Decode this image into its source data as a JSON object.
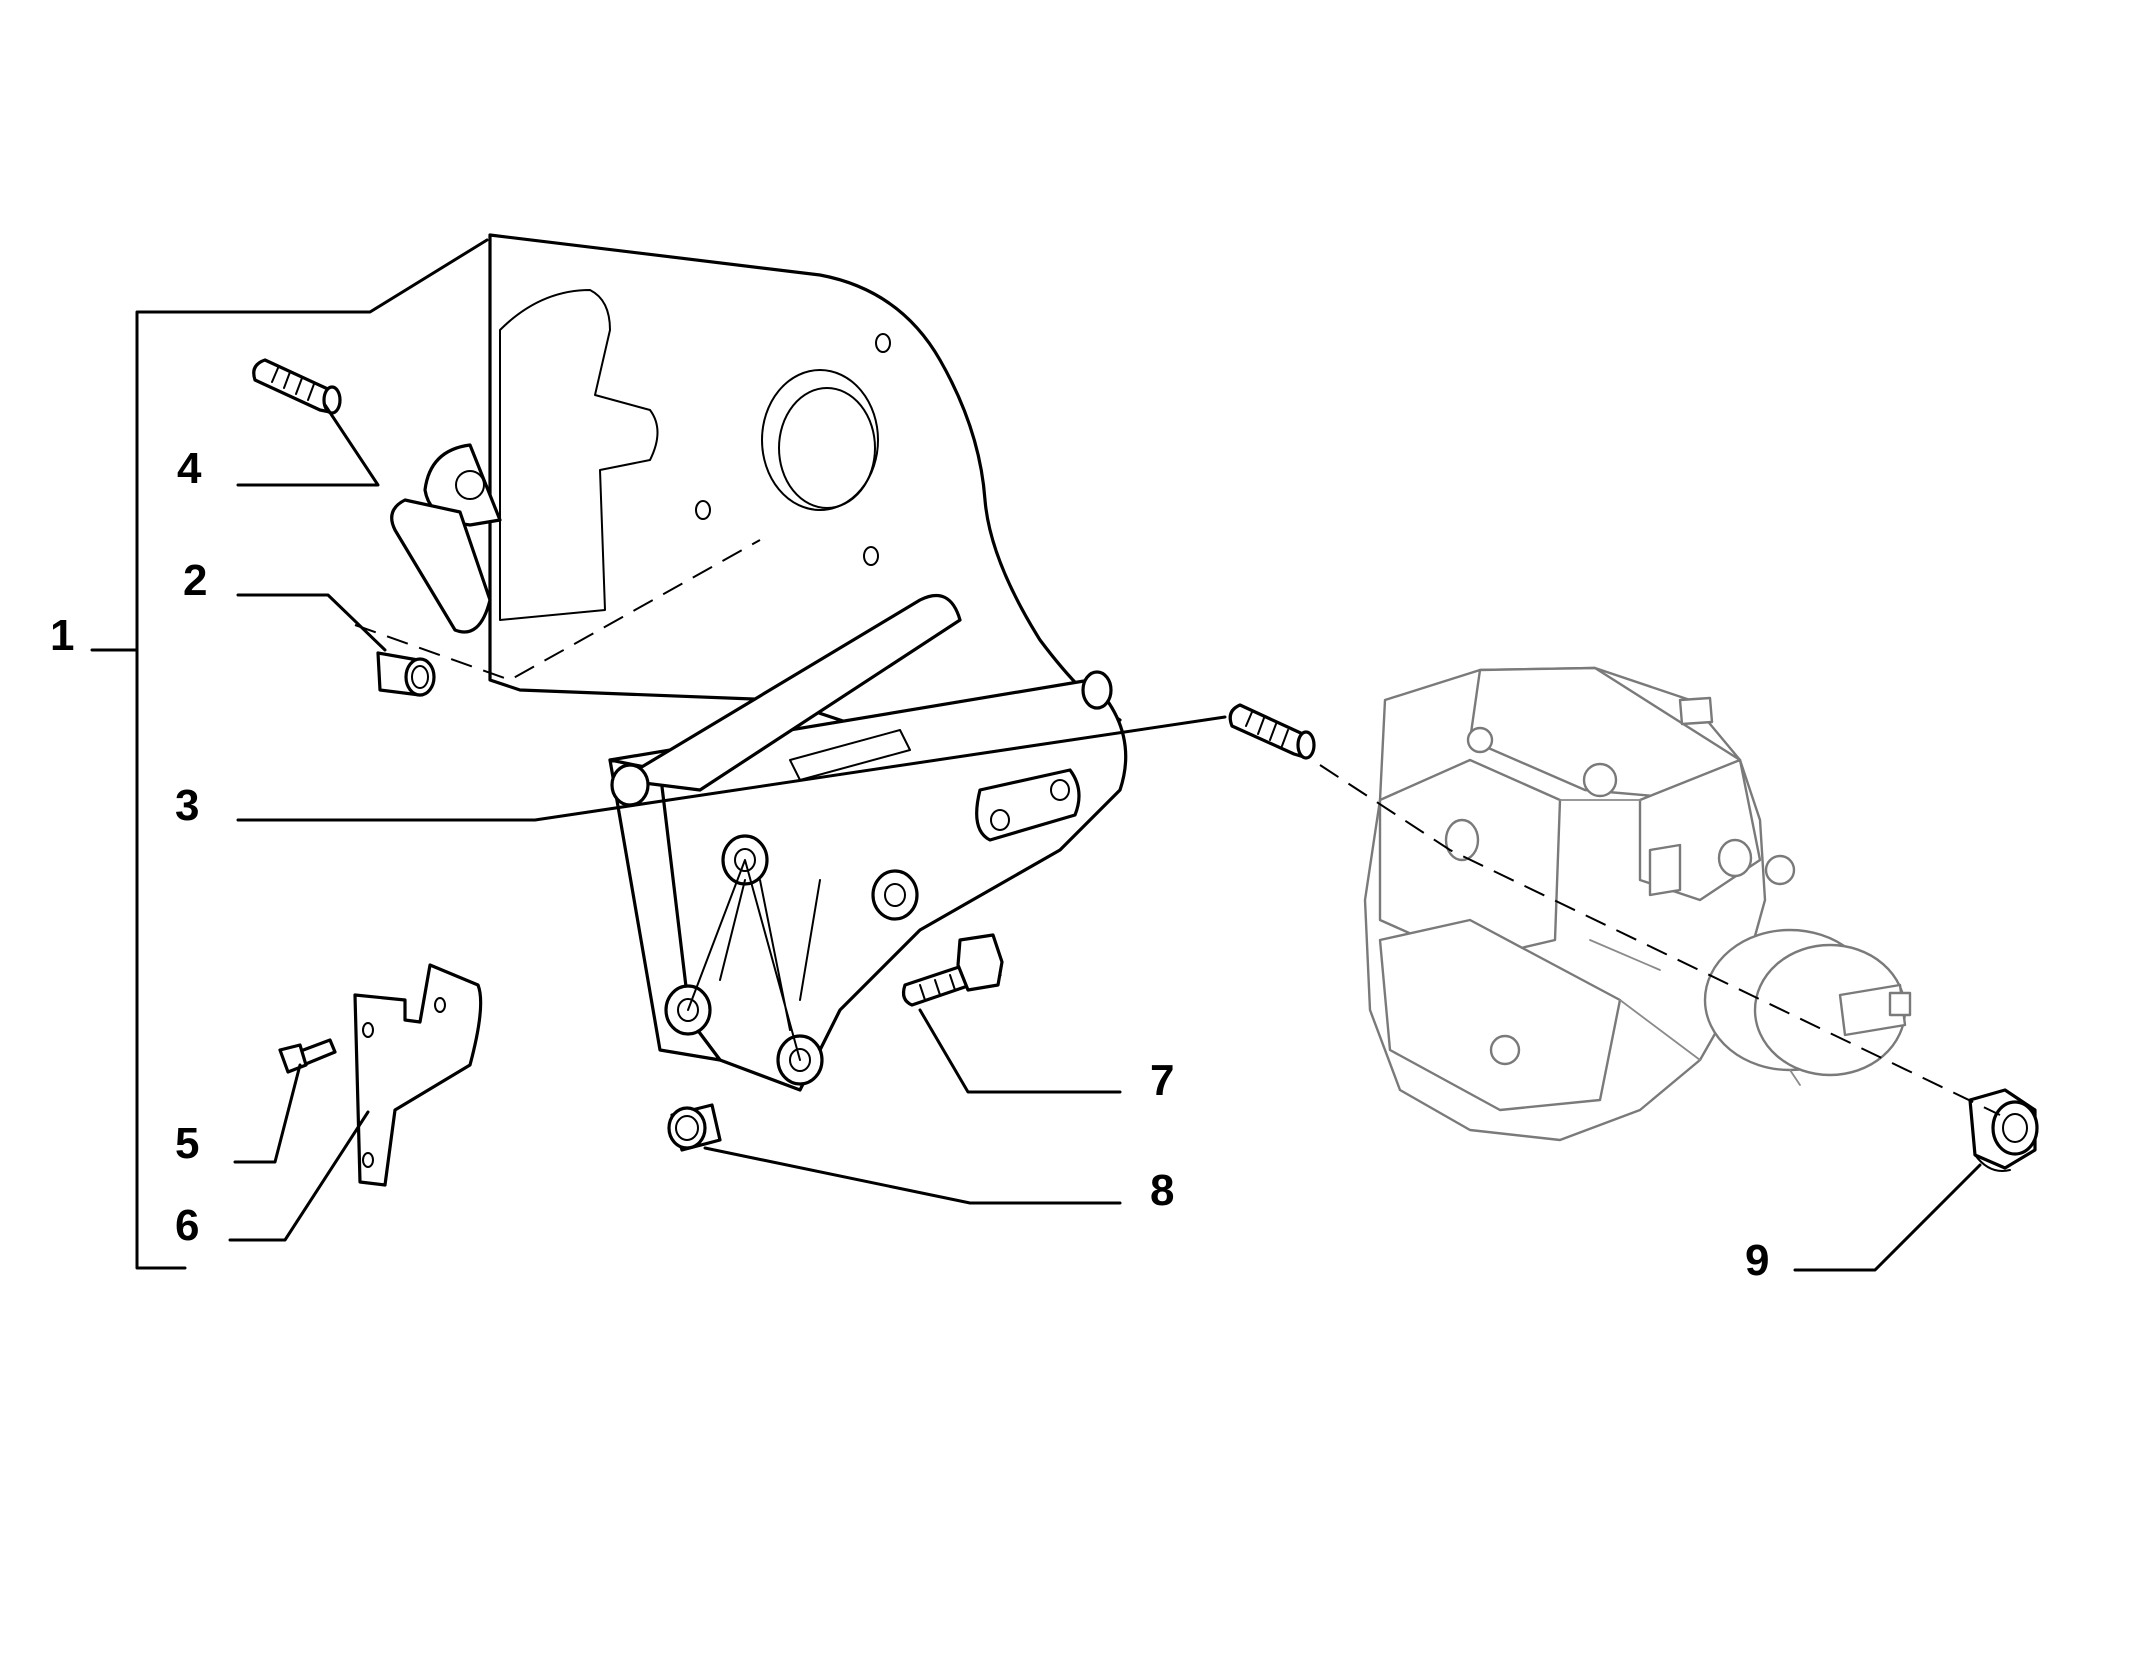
{
  "callouts": [
    {
      "id": "1",
      "label": "1"
    },
    {
      "id": "2",
      "label": "2"
    },
    {
      "id": "3",
      "label": "3"
    },
    {
      "id": "4",
      "label": "4"
    },
    {
      "id": "5",
      "label": "5"
    },
    {
      "id": "6",
      "label": "6"
    },
    {
      "id": "7",
      "label": "7"
    },
    {
      "id": "8",
      "label": "8"
    },
    {
      "id": "9",
      "label": "9"
    }
  ],
  "colors": {
    "line": "#000000",
    "background": "#ffffff",
    "ghost_part": "#7a7a7a"
  }
}
